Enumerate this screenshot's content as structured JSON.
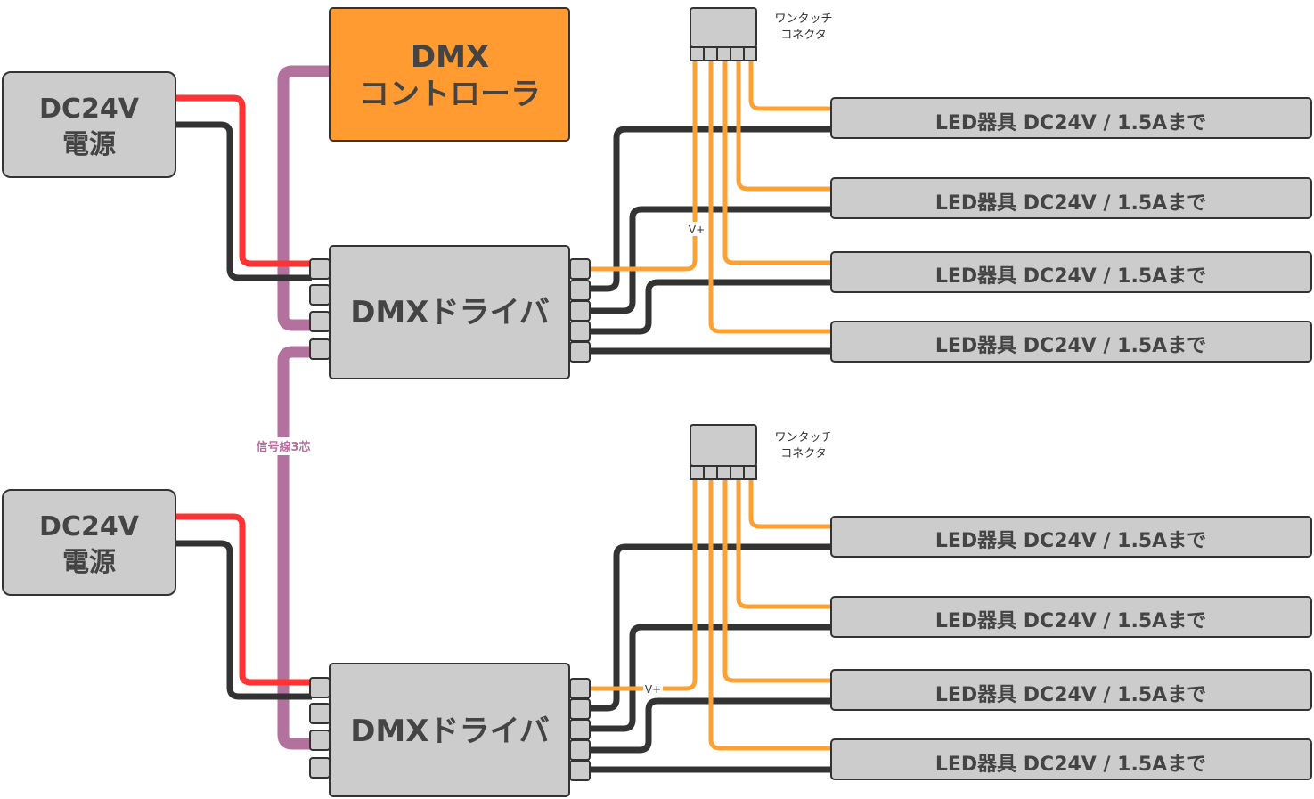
{
  "power_supply": {
    "line1": "DC24V",
    "line2": "電源"
  },
  "controller": {
    "line1": "DMX",
    "line2": "コントローラ"
  },
  "driver": {
    "label": "DMXドライバ"
  },
  "connector": {
    "line1": "ワンタッチ",
    "line2": "コネクタ"
  },
  "vplus_label": "V+",
  "signal_label": "信号線3芯",
  "led_label": "LED器具 DC24V / 1.5Aまで",
  "colors": {
    "box_fill": "#cccccc",
    "box_stroke": "#333333",
    "controller_fill": "#ff9b30",
    "wire_red": "#ff3333",
    "wire_black": "#333333",
    "wire_orange": "#ffa030",
    "wire_signal": "#b3719e"
  }
}
